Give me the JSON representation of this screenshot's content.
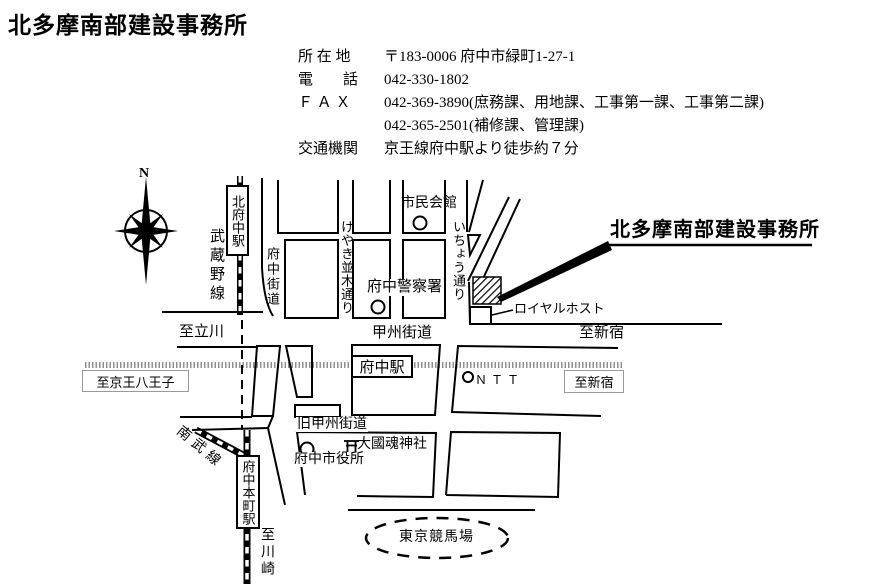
{
  "page": {
    "title": "北多摩南部建設事務所",
    "info": {
      "rows": [
        {
          "label": "所 在 地",
          "value": "〒183-0006 府中市緑町1-27-1"
        },
        {
          "label": "電　　話",
          "value": "042-330-1802"
        },
        {
          "label": "Ｆ Ａ Ｘ",
          "value": "042-369-3890(庶務課、用地課、工事第一課、工事第二課)"
        },
        {
          "label": "",
          "value": "042-365-2501(補修課、管理課)"
        },
        {
          "label": "交通機関",
          "value": "京王線府中駅より徒歩約７分"
        }
      ]
    }
  },
  "map": {
    "compass_label": "N",
    "stations": {
      "kitafuchu": "北府中駅",
      "fuchu": "府中駅",
      "fuchu_honmachi": "府中本町駅"
    },
    "railways": {
      "musashino": "武蔵野線",
      "nambu": "南武線"
    },
    "roads": {
      "fuchu_kaido": "府中街道",
      "keyaki_namiki_dori": "けやき並木通り",
      "icho_dori": "いちょう通り",
      "koshu_kaido": "甲州街道",
      "kyu_koshu_kaido": "旧甲州街道"
    },
    "landmarks": {
      "shimin_kaikan": "市民会館",
      "police": "府中警察署",
      "office": "北多摩南部建設事務所",
      "royal_host": "ロイヤルホスト",
      "ntt": "ＮＴＴ",
      "okunitama": "大國魂神社",
      "city_hall": "府中市役所",
      "racecourse": "東京競馬場"
    },
    "directions": {
      "tachikawa": "至立川",
      "shinjuku": "至新宿",
      "shinjuku_boxed": "至新宿",
      "keio_hachioji": "至京王八王子",
      "kawasaki": "至川崎"
    },
    "colors": {
      "ink": "#000000",
      "keio_railway_gray": "#8f8f8f",
      "direction_box_border": "#999999"
    }
  }
}
